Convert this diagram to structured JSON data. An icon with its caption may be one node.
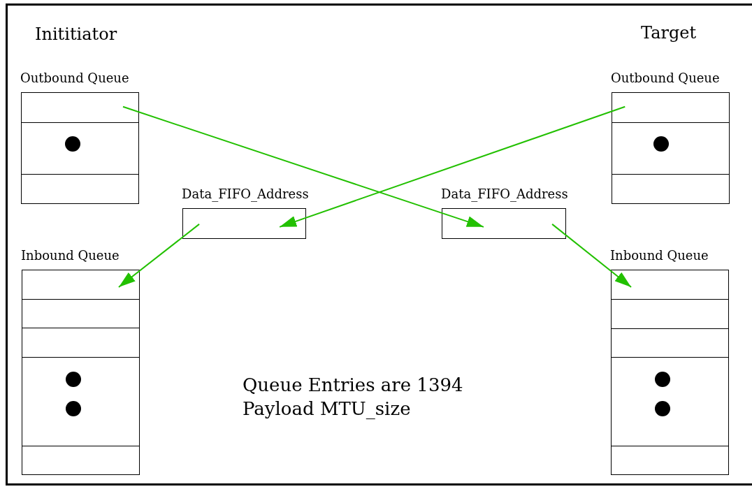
{
  "diagram": {
    "nodes": [
      {
        "text": [
          "Outbound Queue"
        ]
      },
      {
        "text": [
          "Outbound Queue"
        ]
      },
      {
        "text": [
          "Data_FIFO_Address"
        ]
      },
      {
        "text": [
          "Data_FIFO_Address"
        ]
      },
      {
        "text": [
          "Inbound Queue"
        ]
      },
      {
        "text": [
          "Inbound Queue"
        ]
      }
    ],
    "edges": [
      {
        "from": 0,
        "to": 3,
        "arrow": "to"
      },
      {
        "from": 1,
        "to": 2,
        "arrow": "to"
      },
      {
        "from": 2,
        "to": 4,
        "arrow": "to"
      },
      {
        "from": 3,
        "to": 5,
        "arrow": "to"
      }
    ],
    "labels": [
      "Inititiator",
      "Target",
      "Queue Entries are 1394 Payload MTU_size"
    ]
  }
}
